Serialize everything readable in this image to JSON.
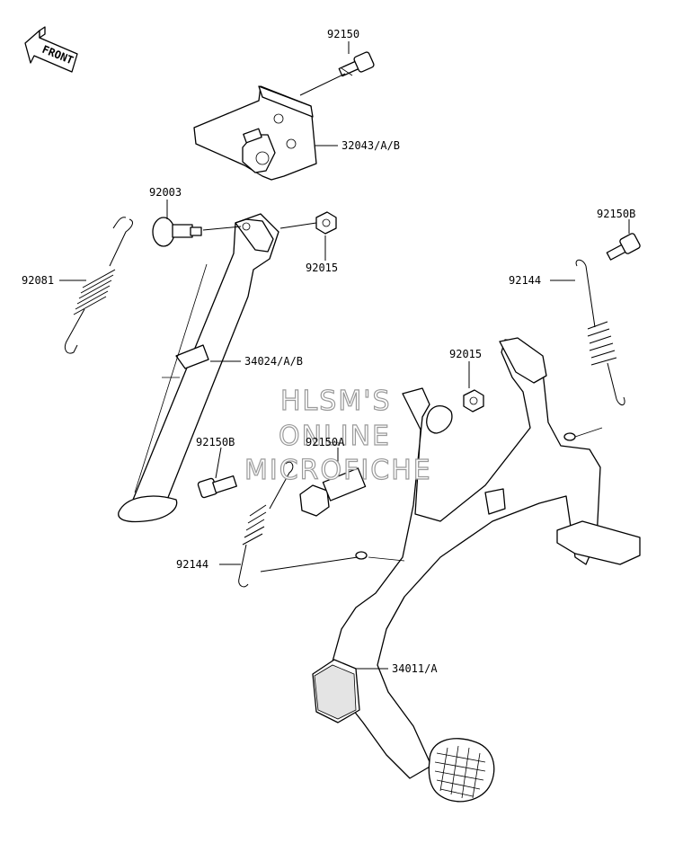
{
  "diagram": {
    "front_indicator": "FRONT",
    "watermark": {
      "line1": "HLSM'S",
      "line2": "ONLINE",
      "line3": "MICROFICHE"
    },
    "part_labels": [
      "92150",
      "32043/A/B",
      "92003",
      "92015",
      "92081",
      "34024/A/B",
      "92150B",
      "92144",
      "92015",
      "92150B",
      "92150A",
      "92144",
      "34011/A"
    ]
  }
}
